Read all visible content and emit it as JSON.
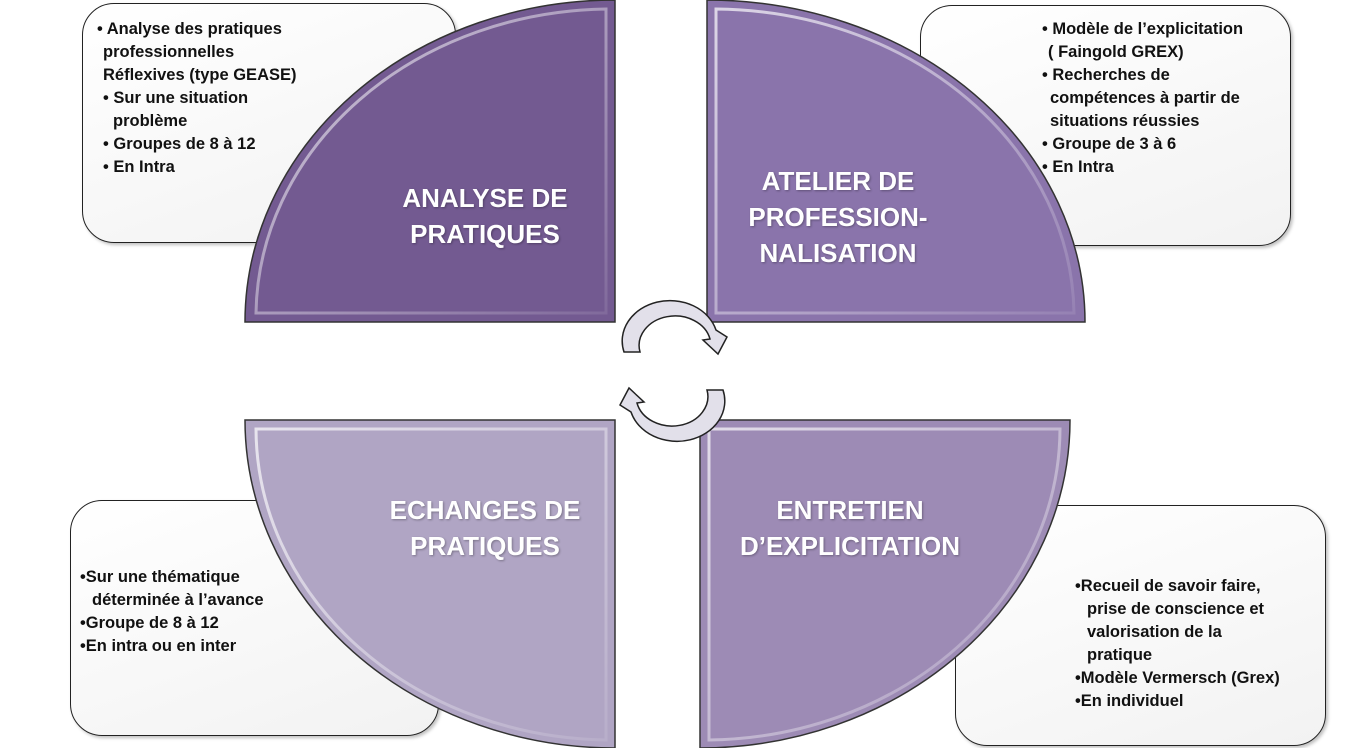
{
  "colors": {
    "analyse": "#735a91",
    "atelier": "#8a74ab",
    "echanges": "#b0a5c4",
    "entretien": "#9d8bb5",
    "arrow": "#e2e0ea"
  },
  "quadrants": {
    "analyse": {
      "title_lines": [
        "ANALYSE DE",
        "PRATIQUES"
      ],
      "bullets": [
        "• Analyse des pratiques",
        "professionnelles",
        "Réflexives  (type GEASE)",
        "• Sur une situation",
        "problème",
        "• Groupes de 8 à 12",
        "• En Intra"
      ]
    },
    "atelier": {
      "title_lines": [
        "ATELIER  DE",
        "PROFESSION-",
        "NALISATION"
      ],
      "bullets": [
        "• Modèle de l’explicitation",
        "( Faingold GREX)",
        "• Recherches  de",
        "compétences à  partir de",
        "situations   réussies",
        "• Groupe de 3 à 6",
        "• En Intra"
      ]
    },
    "echanges": {
      "title_lines": [
        "ECHANGES DE",
        "PRATIQUES"
      ],
      "bullets": [
        "•Sur une thématique",
        "déterminée à l’avance",
        "•Groupe de 8 à 12",
        "•En intra ou en inter"
      ]
    },
    "entretien": {
      "title_lines": [
        "ENTRETIEN",
        "D’EXPLICITATION"
      ],
      "bullets": [
        "•Recueil de savoir faire,",
        "prise de conscience et",
        "valorisation  de la",
        "pratique",
        "•Modèle Vermersch (Grex)",
        "•En individuel"
      ]
    }
  },
  "icons": {
    "cycle": "circular-arrows"
  }
}
